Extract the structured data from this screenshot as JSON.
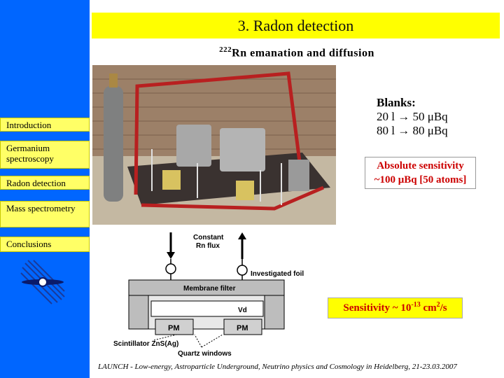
{
  "title": "3. Radon detection",
  "subtitle": {
    "sup": "222",
    "text": "Rn emanation and diffusion"
  },
  "sidebar": {
    "items": [
      {
        "label": "Introduction"
      },
      {
        "label": "Germanium spectroscopy"
      },
      {
        "label": "Radon detection"
      },
      {
        "label": "Mass spectrometry"
      },
      {
        "label": "Conclusions"
      }
    ]
  },
  "blanks": {
    "title": "Blanks:",
    "line1": "20 l → 50 μBq",
    "line2": "80 l → 80 μBq"
  },
  "absolute_sensitivity": {
    "line1": "Absolute sensitivity",
    "line2": "~100 μBq [50 atoms]"
  },
  "sensitivity": {
    "prefix": "Sensitivity ~ 10",
    "exp": "-13",
    "unit": " cm",
    "unit_exp": "2",
    "suffix": "/s"
  },
  "diagram": {
    "constant_flux_1": "Constant",
    "constant_flux_2": "Rn flux",
    "investigated_foil": "Investigated foil",
    "membrane_filter": "Membrane filter",
    "vd": "Vd",
    "pm1": "PM",
    "pm2": "PM",
    "scintillator": "Scintillator ZnS(Ag)",
    "quartz": "Quartz windows"
  },
  "footer": "LAUNCH - Low-energy, Astroparticle Underground, Neutrino physics and Cosmology in Heidelberg, 21-23.03.2007",
  "colors": {
    "sidebar": "#0066ff",
    "nav": "#ffff66",
    "title_bar": "#ffff00",
    "highlight_text": "#cc0000"
  }
}
